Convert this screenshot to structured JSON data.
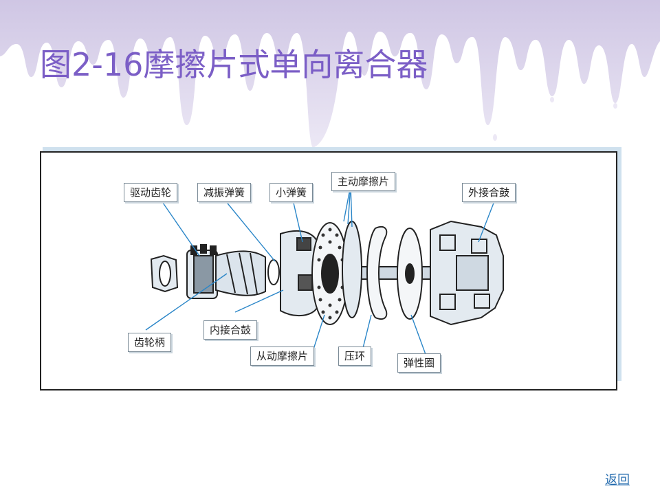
{
  "slide": {
    "title": "图2-16摩擦片式单向离合器",
    "back_link": "返回"
  },
  "figure": {
    "labels": {
      "drive_gear": "驱动齿轮",
      "damping_spring": "减振弹簧",
      "small_spring": "小弹簧",
      "active_friction_plate": "主动摩擦片",
      "outer_hub": "外接合鼓",
      "inner_hub": "内接合鼓",
      "gear_shank": "齿轮柄",
      "driven_friction_plate": "从动摩擦片",
      "pressure_ring": "压环",
      "elastic_ring": "弹性圈"
    }
  },
  "colors": {
    "title": "#7b5ec6",
    "drip": "#ddd6ec",
    "callout_line": "#2a86c8",
    "link": "#2a6fb0"
  }
}
